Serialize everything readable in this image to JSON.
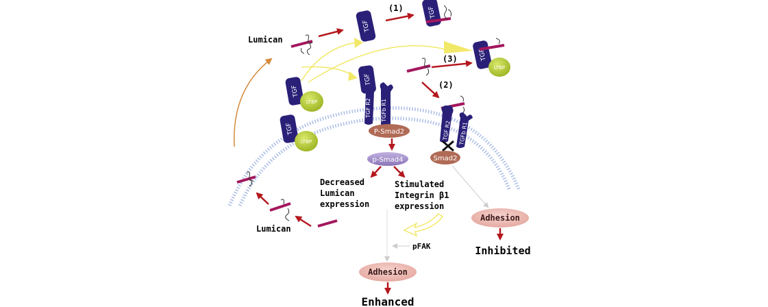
{
  "labels": {
    "lumican_top": "Lumican",
    "lumican_bottom": "Lumican",
    "step1": "(1)",
    "step2": "(2)",
    "step3": "(3)",
    "decreased_1": "Decreased",
    "decreased_2": "Lumican",
    "decreased_3": "expression",
    "stimulated_1": "Stimulated",
    "stimulated_2": "Integrin β1",
    "stimulated_3": "expression",
    "pfak": "pFAK",
    "adhesion_left": "Adhesion",
    "adhesion_right": "Adhesion",
    "enhanced": "Enhanced",
    "inhibited": "Inhibited",
    "p_smad2": "P-Smad2",
    "p_smad4": "p-Smad4",
    "smad2": "Smad2",
    "tgf": "TGF",
    "ltbp": "LTBP",
    "tgf_r2": "TGF R2",
    "tgfb_r1": "TGFb R1"
  },
  "colors": {
    "tgf_blue": "#2a2078",
    "ltbp_green": "#b6cc2e",
    "lumican_core": "#a3175e",
    "arrow_red": "#b4181e",
    "arrow_yellow": "#f2e868",
    "arrow_orange": "#d48a3a",
    "smad_brown": "#b06a55",
    "smad4_purple": "#9c87c4",
    "adhesion_pink": "#eab4ad",
    "membrane_blue": "#aabce6"
  }
}
